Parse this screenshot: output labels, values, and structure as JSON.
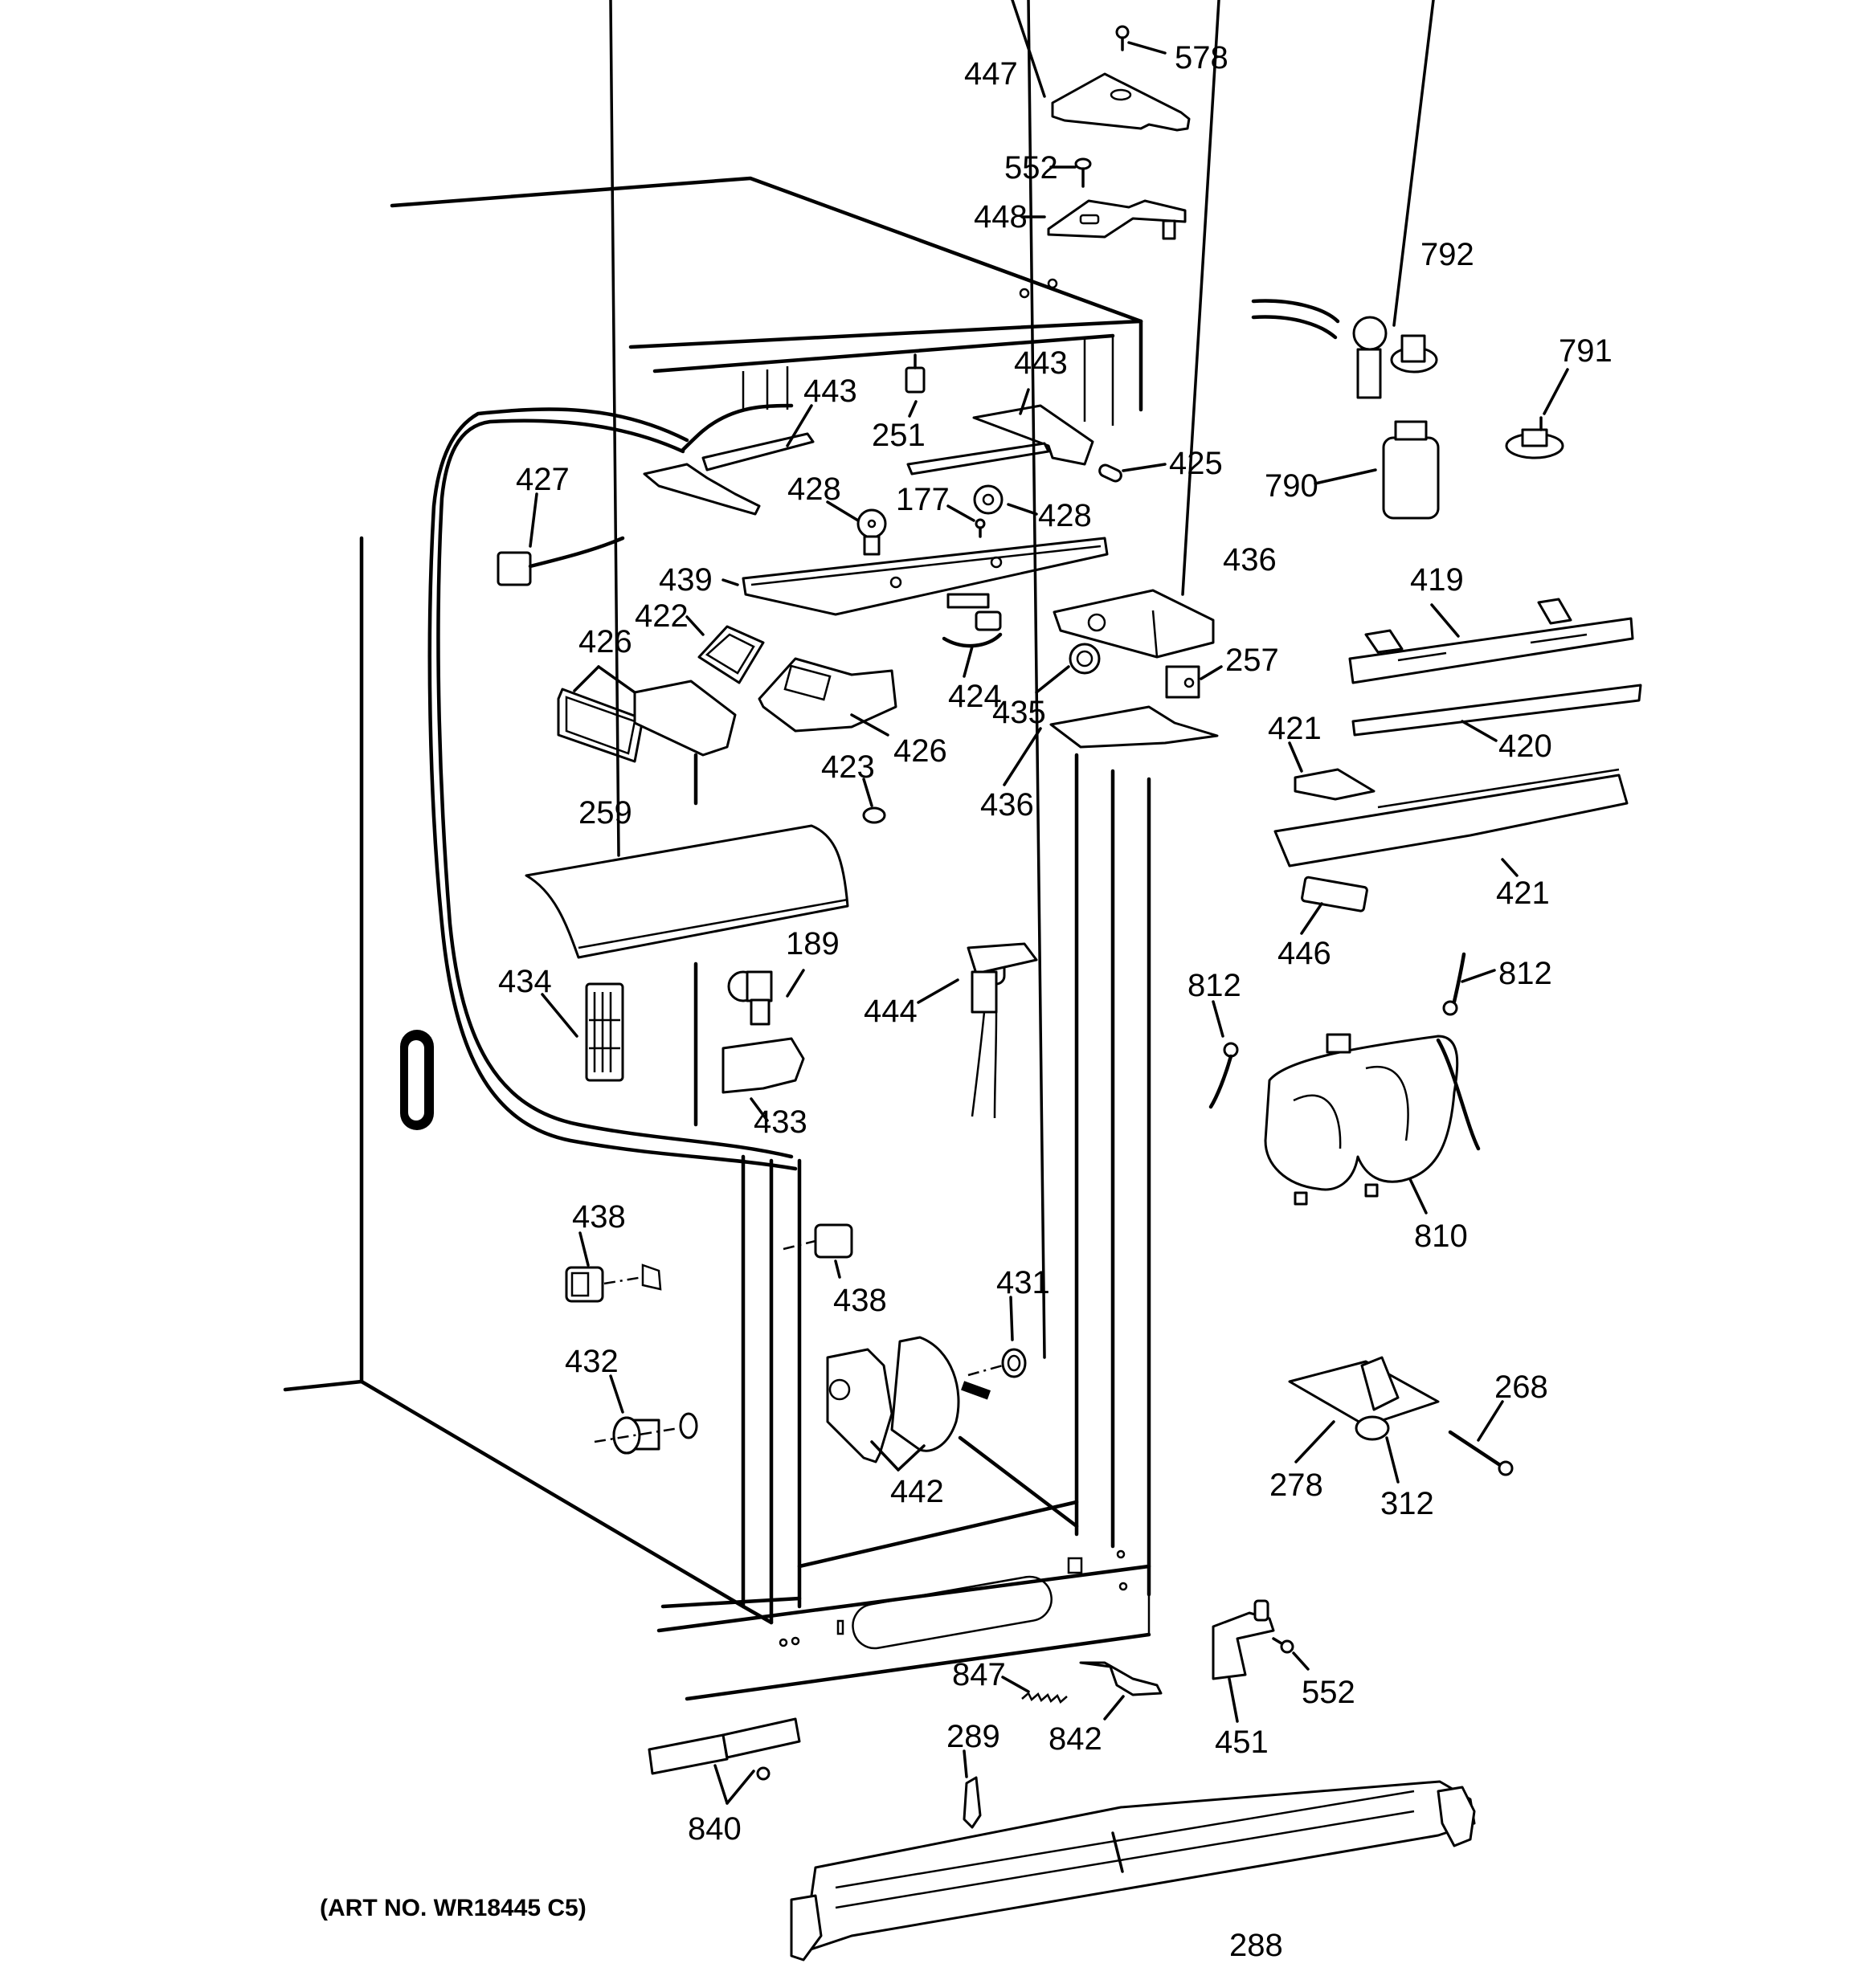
{
  "diagram": {
    "title": "Refrigerator fresh food section exploded parts view",
    "art_number": "(ART NO. WR18445 C5)",
    "colors": {
      "line": "#000000",
      "background": "#ffffff"
    },
    "labels": {
      "p578": "578",
      "p447": "447",
      "p552a": "552",
      "p448": "448",
      "p792": "792",
      "p791": "791",
      "p790": "790",
      "p443a": "443",
      "p443b": "443",
      "p251": "251",
      "p425": "425",
      "p427": "427",
      "p428a": "428",
      "p177": "177",
      "p428b": "428",
      "p439": "439",
      "p436a": "436",
      "p422": "422",
      "p426a": "426",
      "p424": "424",
      "p435": "435",
      "p257": "257",
      "p426b": "426",
      "p436b": "436",
      "p419": "419",
      "p420": "420",
      "p421a": "421",
      "p421b": "421",
      "p423": "423",
      "p259": "259",
      "p446": "446",
      "p189": "189",
      "p444": "444",
      "p434": "434",
      "p812a": "812",
      "p812b": "812",
      "p433": "433",
      "p810": "810",
      "p438a": "438",
      "p438b": "438",
      "p431": "431",
      "p432": "432",
      "p442": "442",
      "p268": "268",
      "p278": "278",
      "p312": "312",
      "p847": "847",
      "p451": "451",
      "p552b": "552",
      "p842": "842",
      "p289": "289",
      "p840": "840",
      "p288": "288"
    }
  }
}
